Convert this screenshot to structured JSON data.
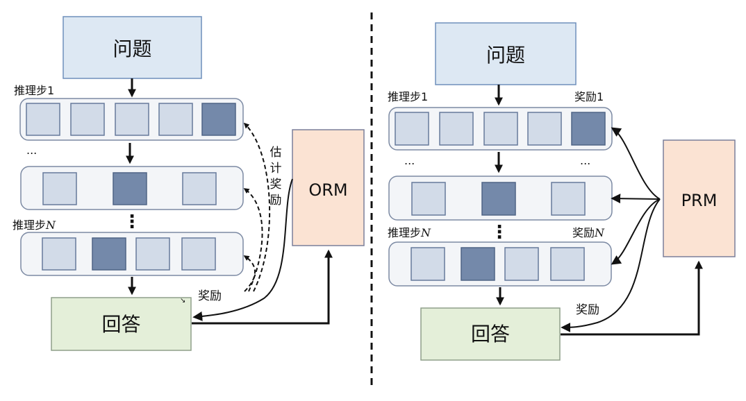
{
  "colors": {
    "question_fill": "#dde8f3",
    "question_stroke": "#6e8fbb",
    "row_fill": "#f3f5f8",
    "row_stroke": "#7c8aa3",
    "cell_light": "#d2dbe8",
    "cell_dark": "#7489aa",
    "cell_stroke": "#667a9b",
    "answer_fill": "#e4efd9",
    "answer_stroke": "#8f9f8a",
    "model_fill": "#fbe3d3",
    "model_stroke": "#7a7f9a",
    "arrow": "#111111"
  },
  "left": {
    "question_label": "问题",
    "step1_label": "推理步1",
    "stepN_label_prefix": "推理步",
    "stepN_label_suffix": "N",
    "ellipsis": "...",
    "vdots": "⋮",
    "answer_label": "回答",
    "model_label": "ORM",
    "estimate_label_chars": [
      "估",
      "计",
      "奖",
      "励"
    ],
    "reward_label": "奖励",
    "reward_prefix": "↘"
  },
  "right": {
    "question_label": "问题",
    "step1_label": "推理步1",
    "reward1_label": "奖励1",
    "stepN_label_prefix": "推理步",
    "stepN_label_suffix": "N",
    "rewardN_prefix": "奖励",
    "rewardN_suffix": "N",
    "ellipsis_left": "...",
    "ellipsis_right": "...",
    "vdots": "⋮",
    "answer_label": "回答",
    "model_label": "PRM",
    "reward_label": "奖励"
  }
}
